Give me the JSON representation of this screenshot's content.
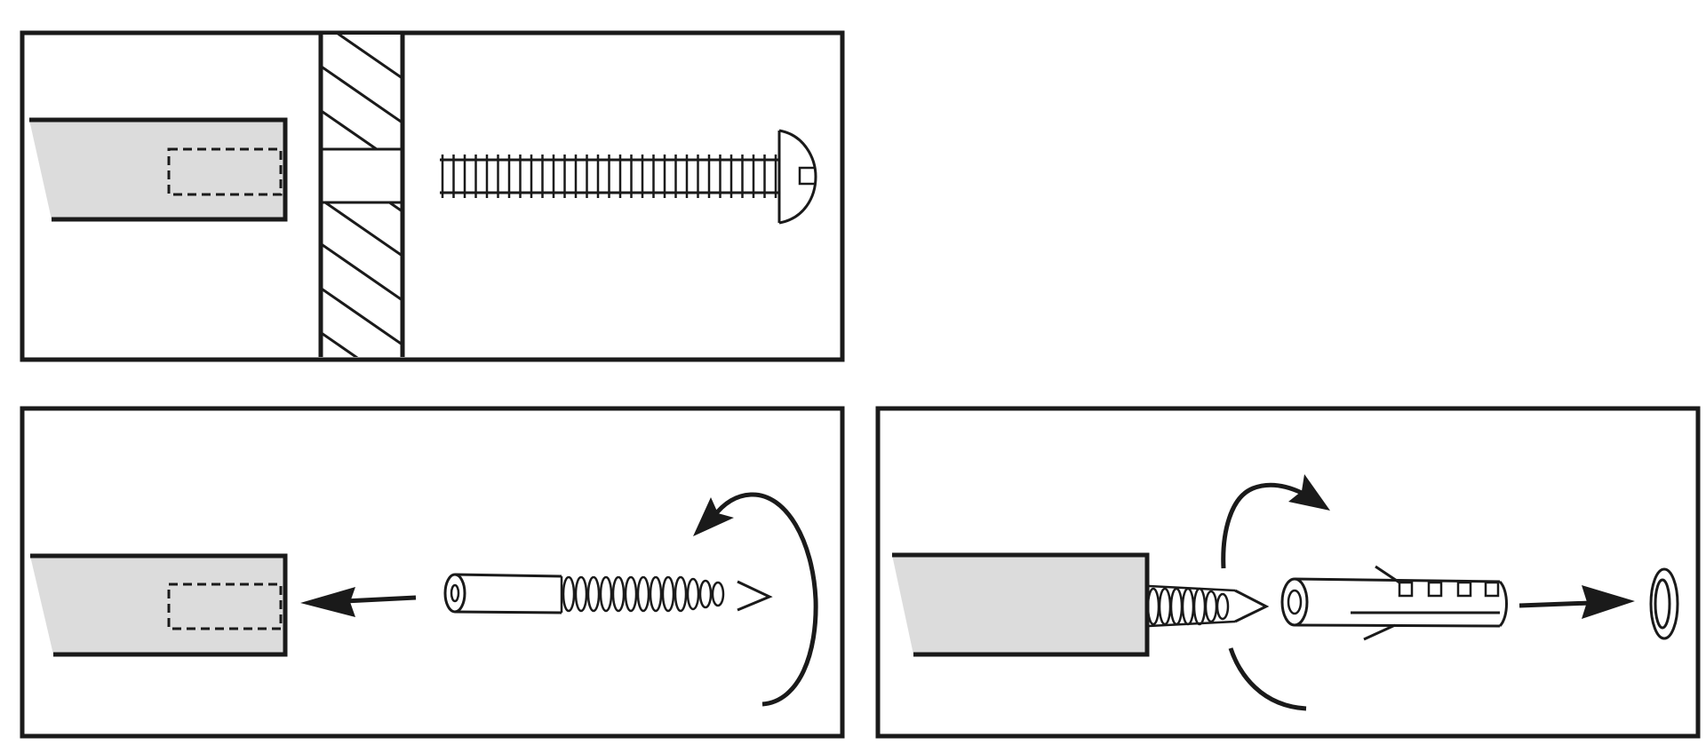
{
  "diagram": {
    "panels": [
      {
        "name": "panel-wall-bolt",
        "parts": [
          "rail-end",
          "hidden-socket",
          "wall-section",
          "machine-bolt"
        ]
      },
      {
        "name": "panel-double-ended-screw",
        "parts": [
          "rail-end",
          "hidden-socket",
          "insert-arrow",
          "double-ended-screw",
          "rotation-arrow"
        ]
      },
      {
        "name": "panel-wall-plug",
        "parts": [
          "rail-with-screw",
          "rotation-arrows",
          "wall-plug",
          "insert-arrow",
          "washer-ring"
        ]
      }
    ],
    "colors": {
      "stroke": "#1a1a1a",
      "fill_rail": "#dcdcdc",
      "background": "#ffffff"
    },
    "text_labels": []
  }
}
